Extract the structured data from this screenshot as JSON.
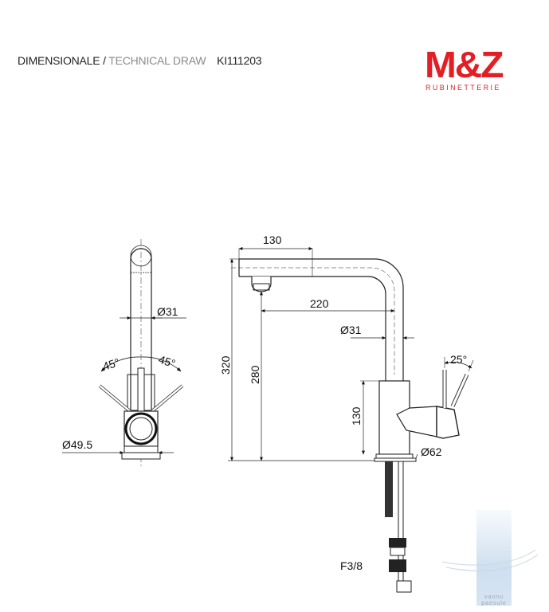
{
  "header": {
    "title_main": "DIMENSIONALE /",
    "title_sub": "TECHNICAL DRAW",
    "model_code": "KI111203"
  },
  "logo": {
    "mark": "M&Z",
    "subtitle": "RUBINETTERIE",
    "color": "#e31e24"
  },
  "front_view": {
    "dim_body_diameter": "Ø31",
    "angle_left": "45°",
    "angle_right": "45°",
    "dim_base_diameter": "Ø49.5"
  },
  "side_view": {
    "dim_spout_top": "130",
    "dim_spout_reach": "220",
    "dim_spout_diameter": "Ø31",
    "dim_total_height": "320",
    "dim_spout_height": "280",
    "dim_body_height": "130",
    "dim_base_diameter": "Ø62",
    "lever_angle": "25°",
    "connection": "F3/8"
  },
  "watermark": {
    "text_line1": "vannu",
    "text_line2": "paesule"
  }
}
